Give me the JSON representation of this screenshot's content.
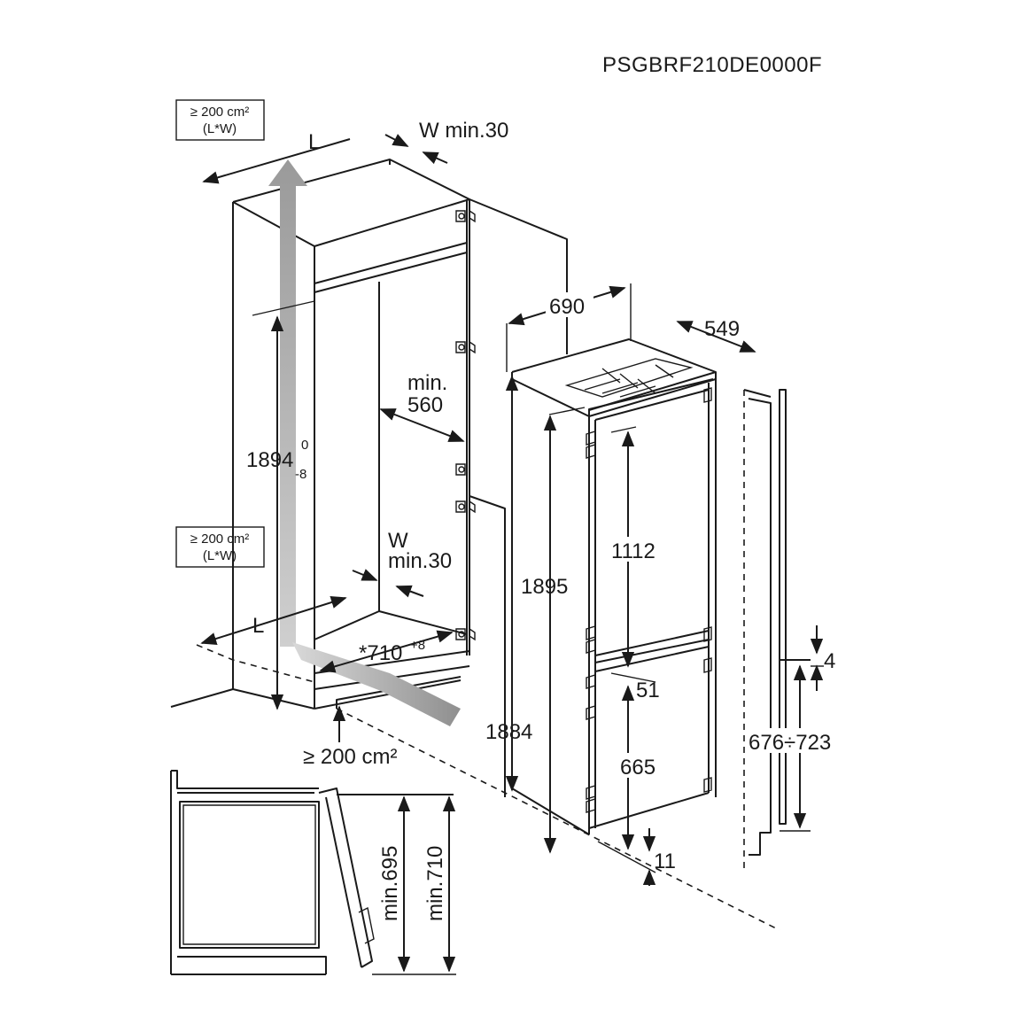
{
  "model_code": "PSGBRF210DE0000F",
  "vent_top": {
    "area": "≥ 200 cm²",
    "formula": "(L*W)"
  },
  "vent_mid": {
    "area": "≥ 200 cm²",
    "formula": "(L*W)"
  },
  "vent_bottom": {
    "area": "≥ 200 cm²"
  },
  "labels": {
    "l_top": "L",
    "w_top": "W min.30",
    "l_bottom": "L",
    "w_mid_w": "W",
    "w_mid_min": "min.30",
    "min_560_a": "min.",
    "min_560_b": "560",
    "niche_height": "1894",
    "niche_tol_upper": "0",
    "niche_tol_lower": "-8",
    "depth_710": "*710",
    "depth_710_tol": "+8",
    "width_690": "690",
    "depth_549": "549",
    "height_1895": "1895",
    "height_1884": "1884",
    "fridge_1112": "1112",
    "freezer_665": "665",
    "gap_51": "51",
    "gap_11": "11",
    "gap_4": "4",
    "range_676_723": "676÷723",
    "min_695": "min.695",
    "min_710": "min.710"
  },
  "colors": {
    "line": "#1a1a1a",
    "airflow": "#a9a9a9",
    "airflow_light": "#cfcfcf"
  },
  "icons": [
    "airflow-arrow-icon",
    "hinge-icon"
  ]
}
